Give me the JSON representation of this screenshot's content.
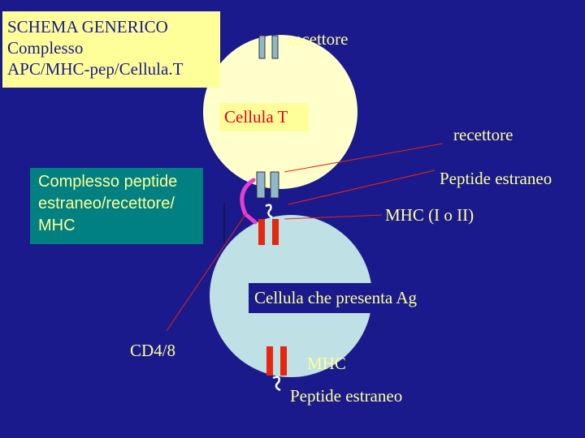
{
  "title_box": {
    "lines": [
      "SCHEMA GENERICO",
      "Complesso",
      "APC/MHC-pep/Cellula.T"
    ]
  },
  "labels": {
    "recettore_top": "recettore",
    "cellula_t": "Cellula T",
    "recettore_right": "recettore",
    "peptide_estraneo_right": "Peptide estraneo",
    "mhc_right": "MHC (I o II)",
    "cellula_apc": "Cellula che presenta Ag",
    "cd48": "CD4/8",
    "mhc_bottom": "MHC",
    "peptide_estraneo_bottom": "Peptide estraneo"
  },
  "complex_box": {
    "lines": [
      "Complesso peptide",
      " estraneo/recettore/",
      "MHC"
    ]
  },
  "colors": {
    "background": "#1a1a8c",
    "label_yellow": "#ffff99",
    "t_cell_fill": "#ffffcc",
    "apc_fill": "#bfe0e4",
    "receptor_fill": "#8fb8c9",
    "mhc_red": "#e8250e",
    "cd48_magenta": "#e43fd3",
    "cellula_t_text": "#e8001c",
    "complex_box_fill": "#008080"
  }
}
